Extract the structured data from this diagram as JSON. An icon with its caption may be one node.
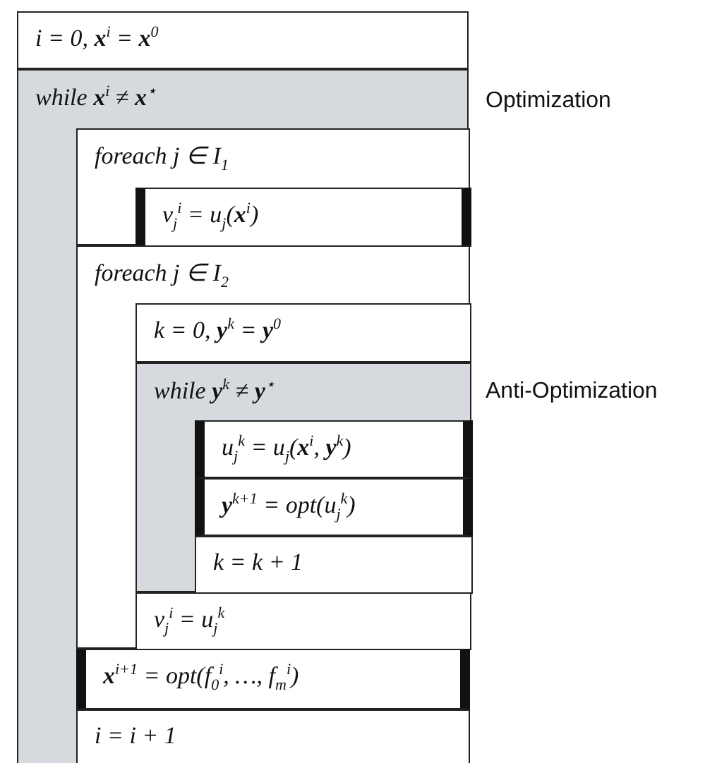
{
  "diagram": {
    "nodes": [
      {
        "text": [
          "i = 0,   **x**$^{i}$ = **x**$^{0}$"
        ]
      },
      {
        "text": [
          "while **x**$^{i}$ ≠ **x**$^{⋆}$"
        ],
        "beside": [
          "Optimization"
        ]
      },
      {
        "text": [
          "foreach j ∈ I$_{1}$"
        ],
        "in": 1
      },
      {
        "text": [
          "v$_{j}$$^{i}$ = u$_{j}$(**x**$^{i}$)"
        ],
        "in": 2
      },
      {
        "text": [
          "foreach j ∈ I$_{2}$"
        ],
        "in": 1
      },
      {
        "text": [
          "k = 0,   **y**$^{k}$ = **y**$^{0}$"
        ],
        "in": 4
      },
      {
        "text": [
          "while **y**$^{k}$ ≠ **y**$^{⋆}$"
        ],
        "in": 4,
        "beside": [
          "Anti-Optimization"
        ]
      },
      {
        "text": [
          "u$_{j}$$^{k}$ = u$_{j}$(**x**$^{i}$, **y**$^{k}$)"
        ],
        "in": 6
      },
      {
        "text": [
          "**y**$^{k+1}$ = opt(u$_{j}$$^{k}$)"
        ],
        "in": 6
      },
      {
        "text": [
          "k = k + 1"
        ],
        "in": 6
      },
      {
        "text": [
          "v$_{j}$$^{i}$ = u$_{j}$$^{k}$"
        ],
        "in": 4
      },
      {
        "text": [
          "**x**$^{i+1}$ = opt(f$_{0}$$^{i}$, …, f$_{m}$$^{i}$)"
        ],
        "in": 1
      },
      {
        "text": [
          "i = i + 1"
        ],
        "in": 1
      }
    ]
  }
}
